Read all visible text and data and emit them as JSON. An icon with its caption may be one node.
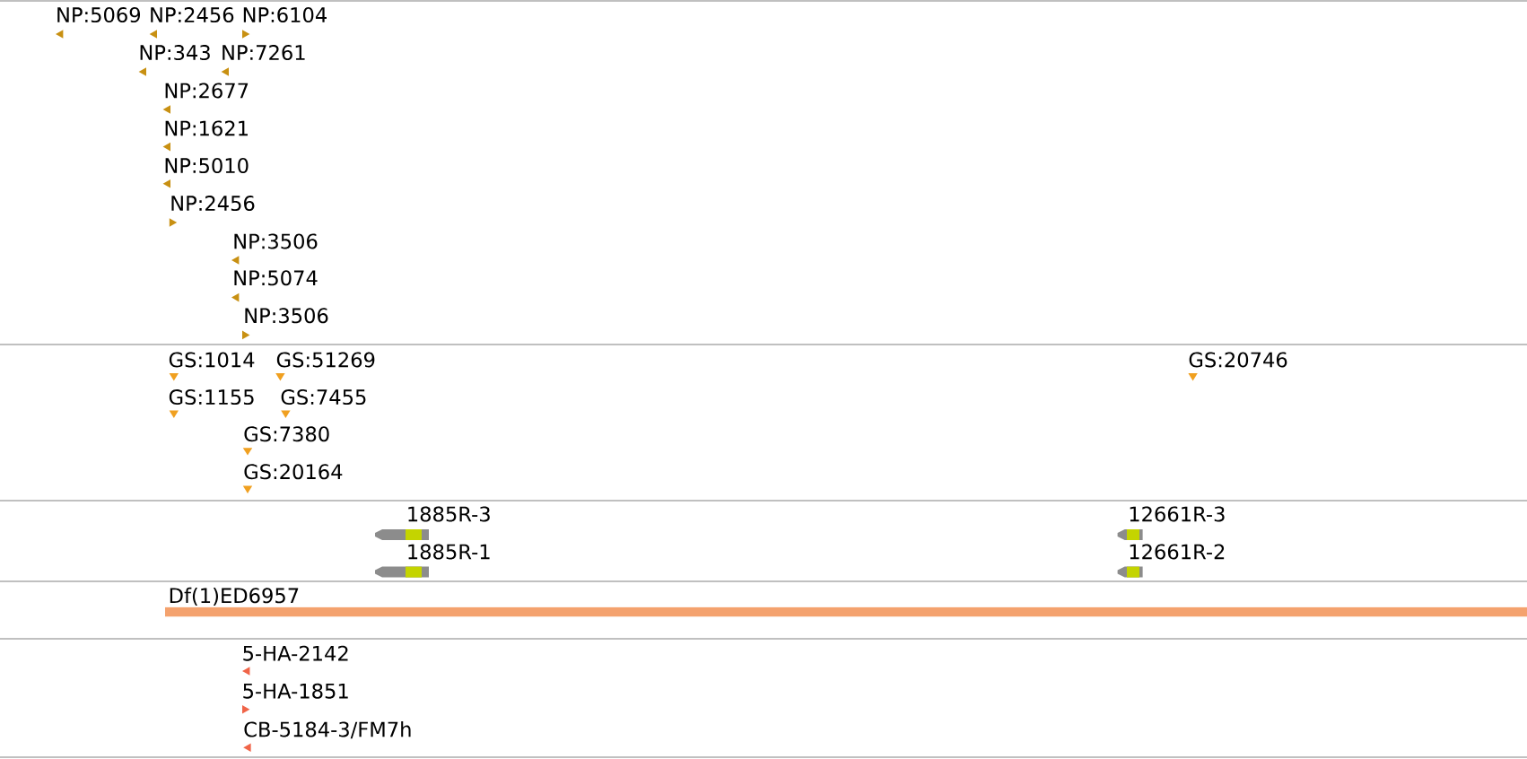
{
  "diagram": {
    "labels": [
      "NP:5069",
      "NP:2456",
      "NP:6104",
      "NP:343",
      "NP:7261",
      "NP:2677",
      "NP:1621",
      "NP:5010",
      "NP:2456",
      "NP:3506",
      "NP:5074",
      "NP:3506",
      "GS:1014",
      "GS:51269",
      "GS:20746",
      "GS:1155",
      "GS:7455",
      "GS:7380",
      "GS:20164",
      "1885R-3",
      "12661R-3",
      "1885R-1",
      "12661R-2",
      "Df(1)ED6957",
      "5-HA-2142",
      "5-HA-1851",
      "CB-5184-3/FM7h"
    ]
  }
}
